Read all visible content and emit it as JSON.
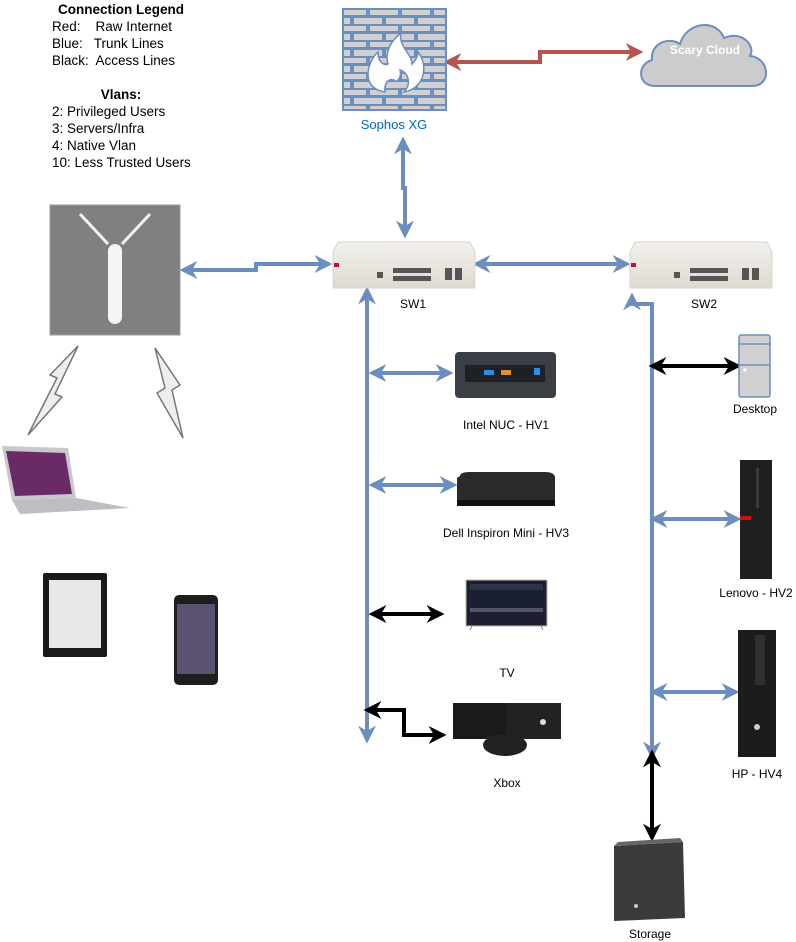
{
  "legend": {
    "title": "Connection Legend",
    "rows": [
      {
        "color": "Red:",
        "meaning": "Raw Internet",
        "text": "Red:    Raw Internet"
      },
      {
        "color": "Blue:",
        "meaning": "Trunk Lines",
        "text": "Blue:   Trunk Lines"
      },
      {
        "color": "Black:",
        "meaning": "Access Lines",
        "text": "Black:  Access Lines"
      }
    ],
    "vlans_title": "Vlans:",
    "vlans": [
      "2: Privileged Users",
      "3: Servers/Infra",
      "4: Native Vlan",
      "10: Less Trusted Users"
    ]
  },
  "colors": {
    "raw_internet": "#b85450",
    "trunk": "#6c8ebf",
    "access": "#000000",
    "firewall_label": "#0066cc",
    "cloud_fill": "#cccccc",
    "cloud_stroke": "#6c8ebf"
  },
  "nodes": {
    "firewall": {
      "label": "Sophos XG",
      "icon": "firewall-icon"
    },
    "cloud": {
      "label": "Scary Cloud",
      "icon": "cloud-icon"
    },
    "sw1": {
      "label": "SW1",
      "icon": "switch-icon"
    },
    "sw2": {
      "label": "SW2",
      "icon": "switch-icon"
    },
    "ap": {
      "label": "",
      "icon": "wireless-access-point-icon"
    },
    "nuc": {
      "label": "Intel NUC - HV1",
      "icon": "mini-pc-icon"
    },
    "dell": {
      "label": "Dell Inspiron Mini - HV3",
      "icon": "mini-pc-icon"
    },
    "tv": {
      "label": "TV",
      "icon": "tv-icon"
    },
    "xbox": {
      "label": "Xbox",
      "icon": "game-console-icon"
    },
    "desktop": {
      "label": "Desktop",
      "icon": "desktop-tower-icon"
    },
    "lenovo": {
      "label": "Lenovo - HV2",
      "icon": "tower-pc-icon"
    },
    "hp": {
      "label": "HP - HV4",
      "icon": "tower-pc-icon"
    },
    "storage": {
      "label": "Storage",
      "icon": "nas-icon"
    },
    "laptop": {
      "label": "",
      "icon": "laptop-icon"
    },
    "tablet": {
      "label": "",
      "icon": "tablet-icon"
    },
    "phone": {
      "label": "",
      "icon": "phone-icon"
    }
  },
  "connections": [
    {
      "from": "firewall",
      "to": "cloud",
      "type": "raw_internet"
    },
    {
      "from": "firewall",
      "to": "sw1",
      "type": "trunk"
    },
    {
      "from": "ap",
      "to": "sw1",
      "type": "trunk"
    },
    {
      "from": "sw1",
      "to": "sw2",
      "type": "trunk"
    },
    {
      "from": "sw1",
      "to": "nuc",
      "type": "trunk"
    },
    {
      "from": "sw1",
      "to": "dell",
      "type": "trunk"
    },
    {
      "from": "sw1",
      "to": "tv",
      "type": "access"
    },
    {
      "from": "sw1",
      "to": "xbox",
      "type": "access"
    },
    {
      "from": "sw2",
      "to": "desktop",
      "type": "access"
    },
    {
      "from": "sw2",
      "to": "lenovo",
      "type": "trunk"
    },
    {
      "from": "sw2",
      "to": "hp",
      "type": "trunk"
    },
    {
      "from": "sw2",
      "to": "storage",
      "type": "access"
    },
    {
      "from": "ap",
      "to": "laptop",
      "type": "wireless"
    },
    {
      "from": "ap",
      "to": "phone",
      "type": "wireless"
    }
  ]
}
